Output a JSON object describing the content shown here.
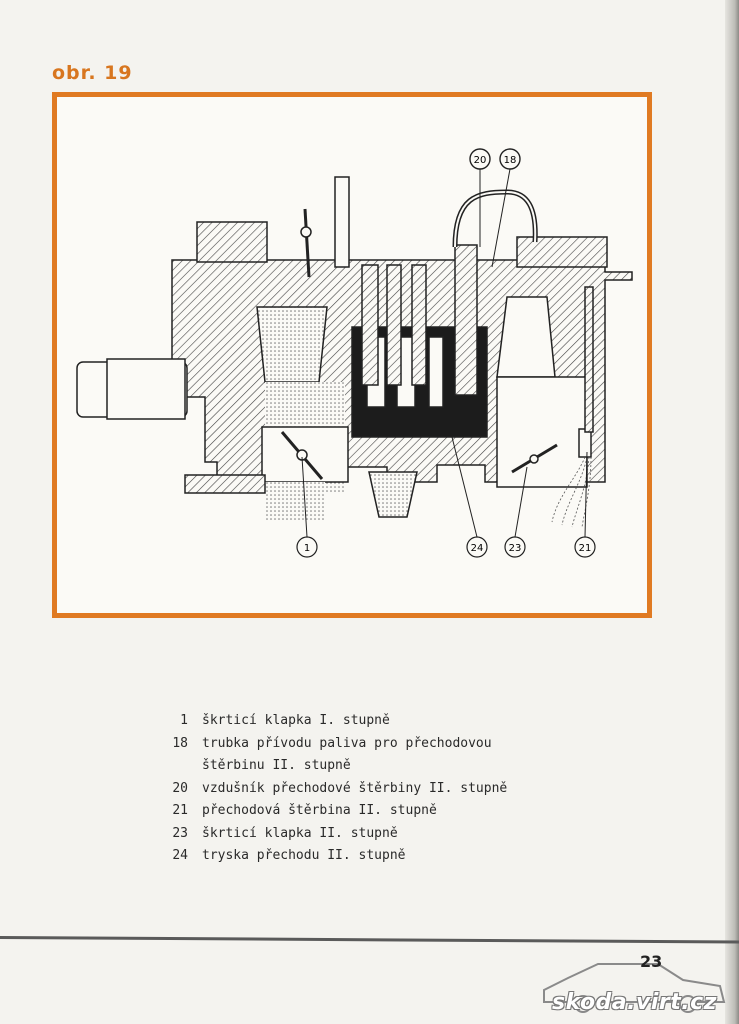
{
  "figure": {
    "label": "obr. 19",
    "callouts": [
      "1",
      "24",
      "23",
      "21",
      "20",
      "18"
    ]
  },
  "legend": [
    {
      "num": "1",
      "text": "škrticí klapka I. stupně"
    },
    {
      "num": "18",
      "text": "trubka přívodu paliva pro přechodovou"
    },
    {
      "num": "",
      "text": "štěrbinu II. stupně"
    },
    {
      "num": "20",
      "text": "vzdušník přechodové štěrbiny II. stupně"
    },
    {
      "num": "21",
      "text": "přechodová štěrbina II. stupně"
    },
    {
      "num": "23",
      "text": "škrticí klapka II. stupně"
    },
    {
      "num": "24",
      "text": "tryska přechodu II. stupně"
    }
  ],
  "page_number": "23",
  "watermark": "skoda.virt.cz",
  "colors": {
    "frame": "#e07a22",
    "ink": "#2a2a2a",
    "paper": "#f4f3ef"
  }
}
